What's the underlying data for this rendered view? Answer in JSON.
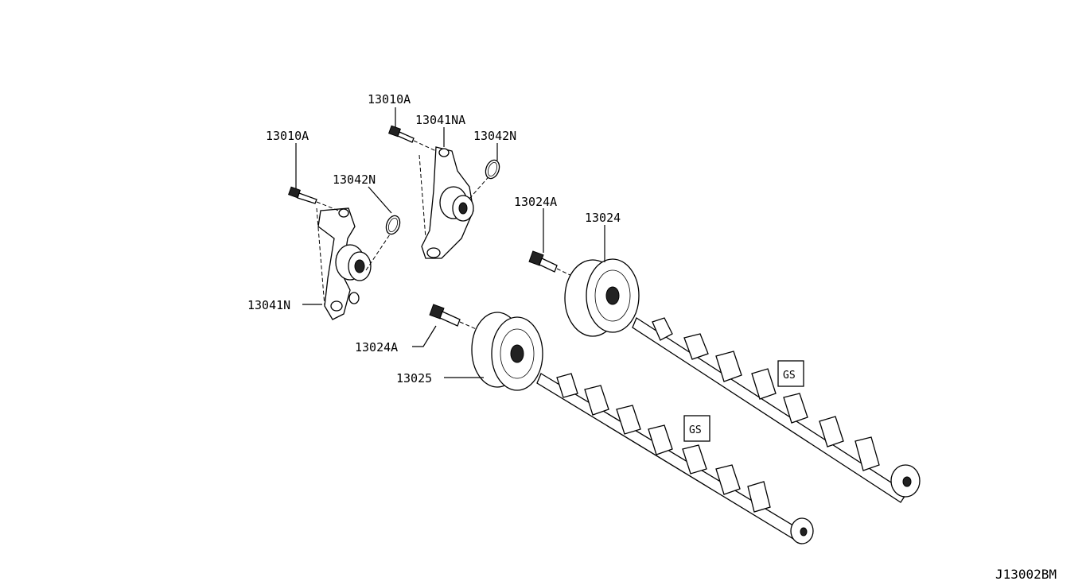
{
  "labels": {
    "bolt_a_left": "13010A",
    "bolt_a_right": "13010A",
    "tensioner_left": "13041N",
    "tensioner_right": "13041NA",
    "oring_left": "13042N",
    "oring_right": "13042N",
    "sprocket_bolt_upper": "13024A",
    "sprocket_bolt_lower": "13024A",
    "sprocket_upper": "13024",
    "sprocket_lower": "13025"
  },
  "badges": {
    "upper": "GS",
    "lower": "GS"
  },
  "diagram_id": "J13002BM"
}
